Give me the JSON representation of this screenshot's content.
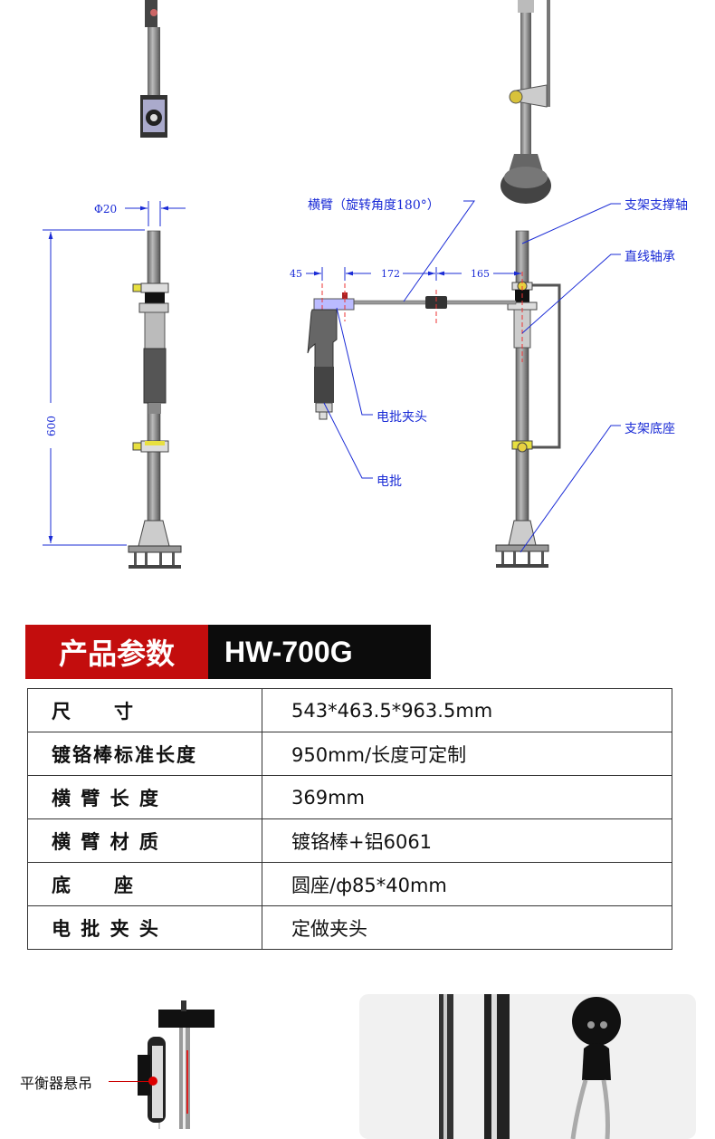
{
  "drawing": {
    "left_view": {
      "diameter": "Φ20",
      "height": "600"
    },
    "right_view": {
      "dim_1": "45",
      "dim_2": "172",
      "dim_3": "165",
      "labels": {
        "arm": "横臂（旋转角度180°）",
        "support_shaft": "支架支撑轴",
        "linear_bearing": "直线轴承",
        "screwdriver_clamp": "电批夹头",
        "base": "支架底座",
        "screwdriver": "电批"
      }
    }
  },
  "header": {
    "title": "产品参数",
    "model": "HW-700G"
  },
  "params": [
    {
      "key": "尺　　寸",
      "value": "543*463.5*963.5mm"
    },
    {
      "key": "镀铬棒标准长度",
      "value": "950mm/长度可定制"
    },
    {
      "key": "横 臂 长 度",
      "value": "369mm"
    },
    {
      "key": "横 臂 材 质",
      "value": "镀铬棒+铝6061"
    },
    {
      "key": "底　　座",
      "value": "圆座/ф85*40mm"
    },
    {
      "key": "电 批 夹 头",
      "value": "定做夹头"
    }
  ],
  "photos": {
    "balancer_label": "平衡器悬吊"
  },
  "colors": {
    "dim_blue": "#1a2bd6",
    "header_red": "#c30d0d",
    "header_black": "#0c0c0c"
  }
}
